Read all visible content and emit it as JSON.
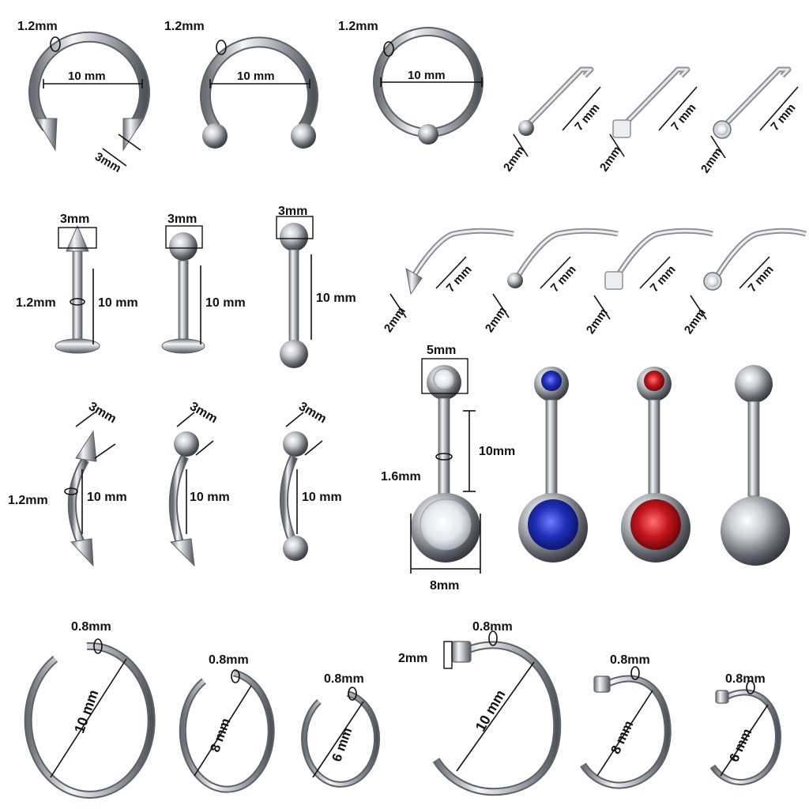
{
  "labels": {
    "d_1_2mm": "1.2mm",
    "d_1_6mm": "1.6mm",
    "d_0_8mm": "0.8mm",
    "d_10mm": "10 mm",
    "d_10mm_tight": "10mm",
    "d_8mm": "8 mm",
    "d_8mm_tight": "8mm",
    "d_6mm": "6 mm",
    "d_7mm": "7 mm",
    "d_3mm": "3mm",
    "d_2mm": "2mm",
    "d_5mm": "5mm"
  },
  "colors": {
    "steel_light": "#f4f5f7",
    "steel_mid": "#b8bcc2",
    "steel_dark": "#5d6168",
    "gem_clear": "#e9edf2",
    "gem_blue": "#1f2fb8",
    "gem_red": "#c4161c",
    "background": "#ffffff"
  },
  "icons": [
    "horseshoe-spike",
    "horseshoe-ball",
    "captive-ring",
    "l-nose-stud",
    "screw-nose-stud",
    "labret-spike",
    "labret-ball",
    "barbell",
    "curved-barbell",
    "belly-ring",
    "nose-hoop",
    "nose-hoop-stud"
  ]
}
